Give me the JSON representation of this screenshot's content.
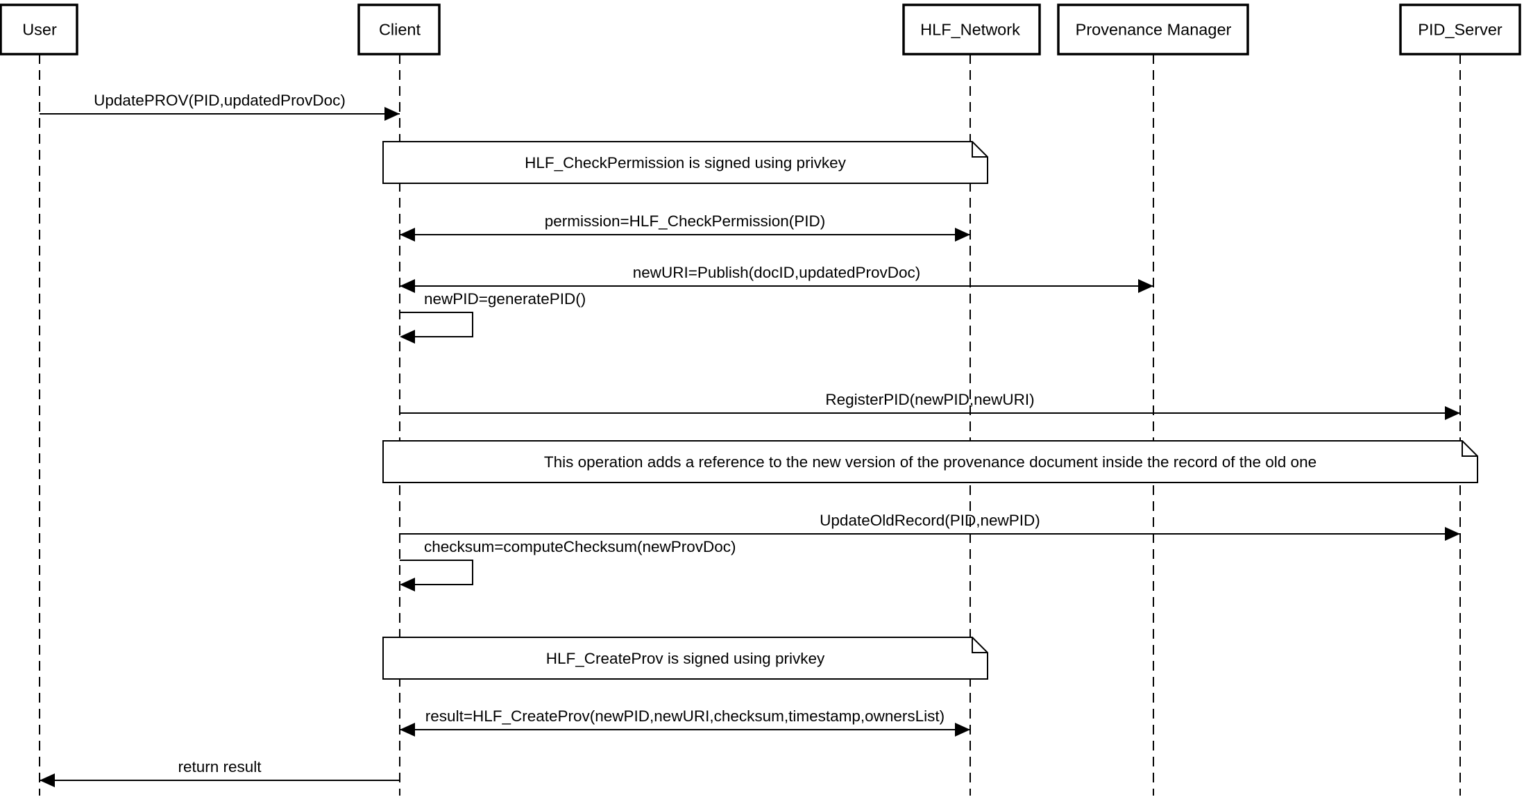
{
  "participants": [
    {
      "id": "user",
      "label": "User"
    },
    {
      "id": "client",
      "label": "Client"
    },
    {
      "id": "hlf",
      "label": "HLF_Network"
    },
    {
      "id": "prov",
      "label": "Provenance Manager"
    },
    {
      "id": "pid",
      "label": "PID_Server"
    }
  ],
  "steps": [
    {
      "kind": "message",
      "from": "user",
      "to": "client",
      "label": "UpdatePROV(PID,updatedProvDoc)",
      "bidirectional": false
    },
    {
      "kind": "note",
      "from": "client",
      "to": "hlf",
      "text": "HLF_CheckPermission is signed using privkey"
    },
    {
      "kind": "message",
      "from": "client",
      "to": "hlf",
      "label": "permission=HLF_CheckPermission(PID)",
      "bidirectional": true
    },
    {
      "kind": "message",
      "from": "client",
      "to": "prov",
      "label": "newURI=Publish(docID,updatedProvDoc)",
      "bidirectional": true
    },
    {
      "kind": "self",
      "on": "client",
      "label": "newPID=generatePID()"
    },
    {
      "kind": "message",
      "from": "client",
      "to": "pid",
      "label": "RegisterPID(newPID,newURI)",
      "bidirectional": false
    },
    {
      "kind": "note",
      "from": "client",
      "to": "pid",
      "text": "This operation adds a reference to the new version of the provenance document inside the record of the old one"
    },
    {
      "kind": "message",
      "from": "client",
      "to": "pid",
      "label": "UpdateOldRecord(PID,newPID)",
      "bidirectional": false
    },
    {
      "kind": "self",
      "on": "client",
      "label": "checksum=computeChecksum(newProvDoc)"
    },
    {
      "kind": "note",
      "from": "client",
      "to": "hlf",
      "text": "HLF_CreateProv is signed using privkey"
    },
    {
      "kind": "message",
      "from": "client",
      "to": "hlf",
      "label": "result=HLF_CreateProv(newPID,newURI,checksum,timestamp,ownersList)",
      "bidirectional": true
    },
    {
      "kind": "message",
      "from": "client",
      "to": "user",
      "label": "return result",
      "bidirectional": false
    }
  ]
}
